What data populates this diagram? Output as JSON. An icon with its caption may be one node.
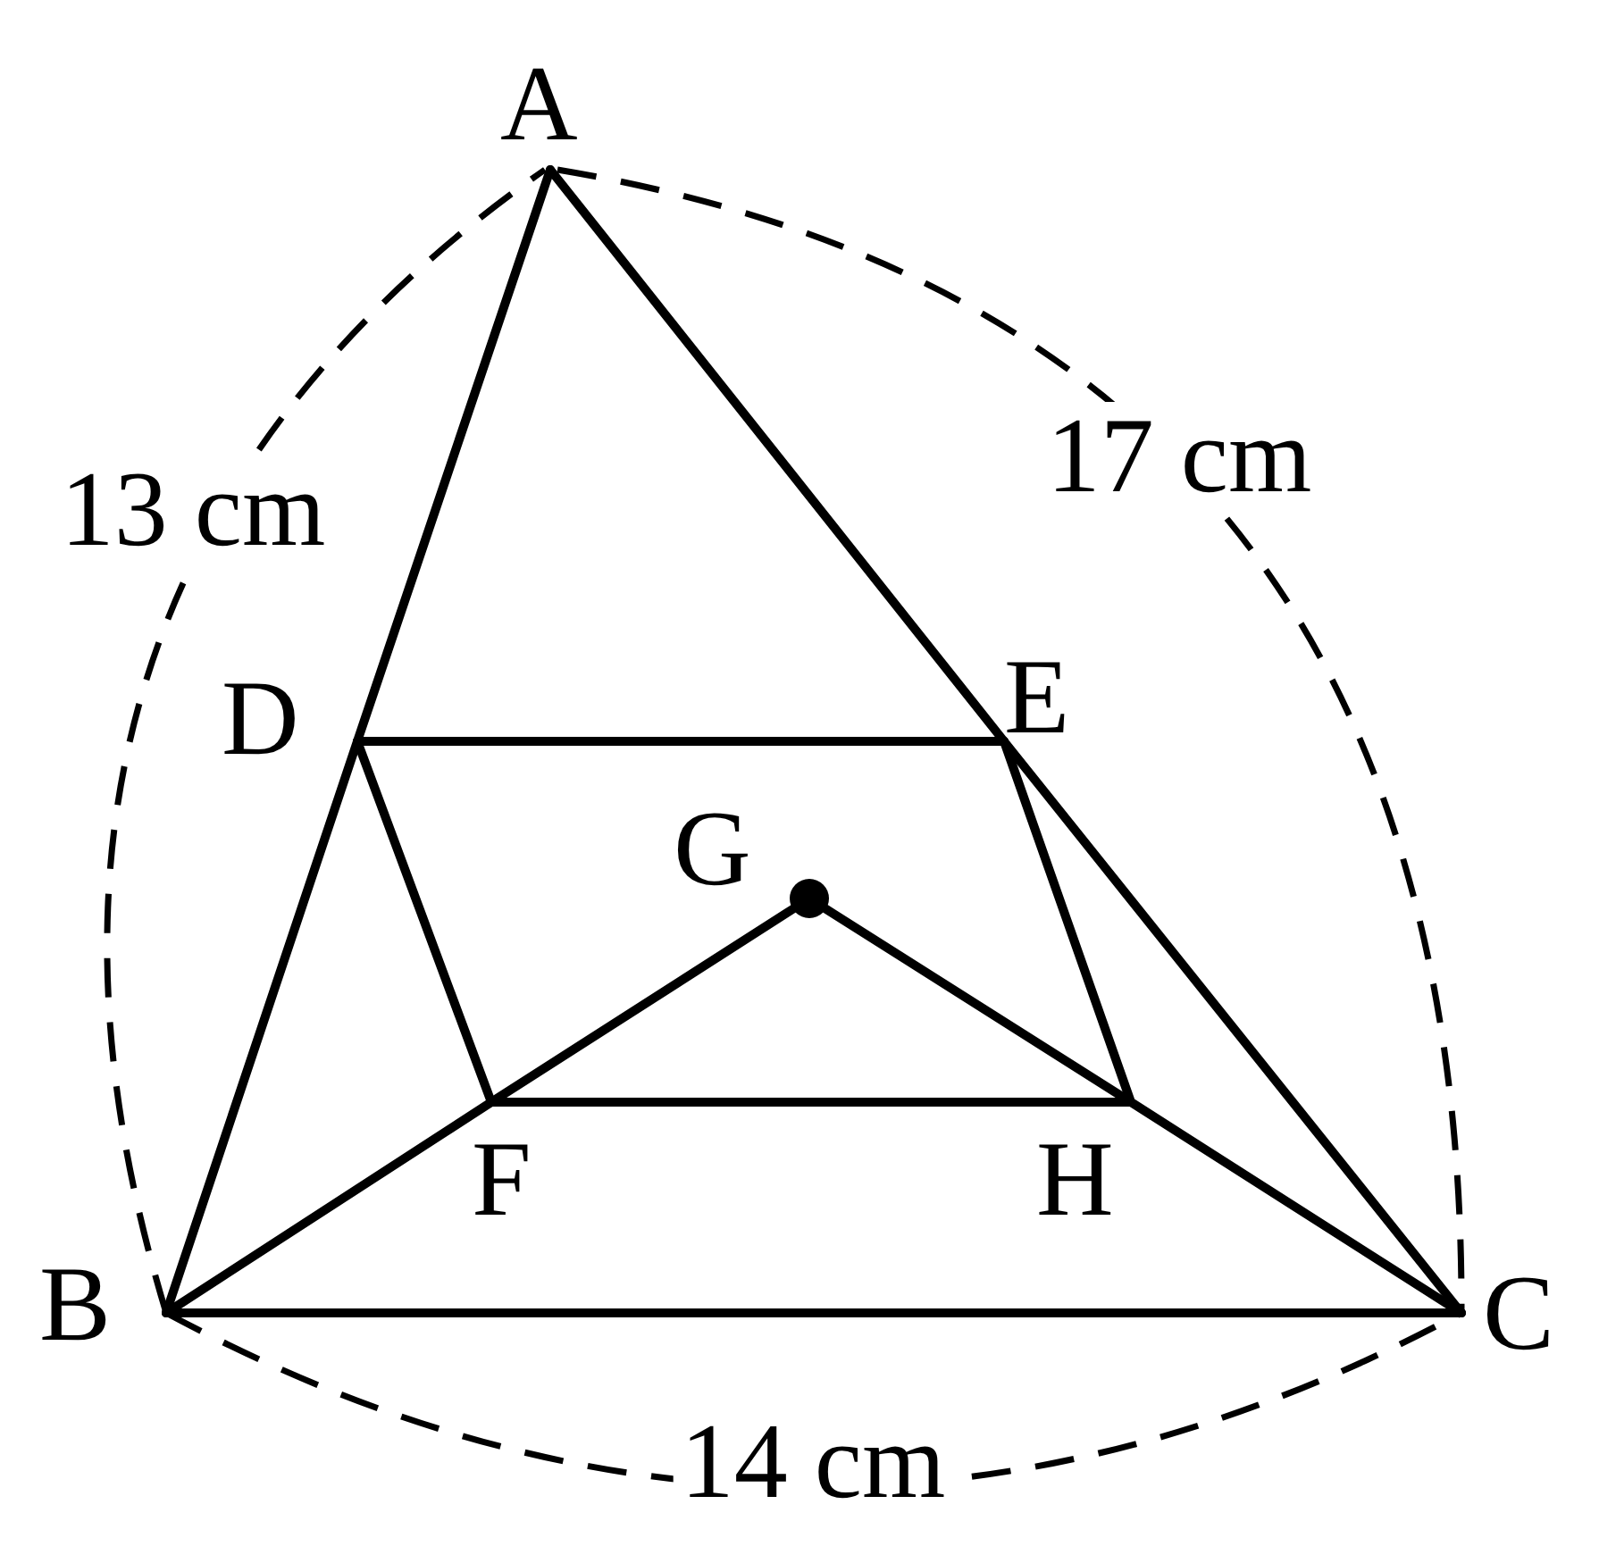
{
  "diagram": {
    "nodes": [
      {
        "text": [
          "A"
        ]
      },
      {
        "text": [
          "B"
        ]
      },
      {
        "text": [
          "C"
        ]
      },
      {
        "text": [
          "D"
        ]
      },
      {
        "text": [
          "E"
        ]
      },
      {
        "text": [
          "G"
        ]
      },
      {
        "text": [
          "F"
        ]
      },
      {
        "text": [
          "H"
        ]
      }
    ],
    "edges": [
      {
        "from": 0,
        "to": 3,
        "arrow": "none"
      },
      {
        "from": 3,
        "to": 1,
        "arrow": "none"
      },
      {
        "from": 0,
        "to": 4,
        "arrow": "none"
      },
      {
        "from": 4,
        "to": 2,
        "arrow": "none"
      },
      {
        "from": 1,
        "to": 2,
        "arrow": "none"
      },
      {
        "from": 3,
        "to": 4,
        "arrow": "none"
      },
      {
        "from": 3,
        "to": 6,
        "arrow": "none"
      },
      {
        "from": 4,
        "to": 7,
        "arrow": "none"
      },
      {
        "from": 6,
        "to": 7,
        "arrow": "none"
      },
      {
        "from": 1,
        "to": 6,
        "arrow": "none"
      },
      {
        "from": 6,
        "to": 5,
        "arrow": "none"
      },
      {
        "from": 5,
        "to": 7,
        "arrow": "none"
      },
      {
        "from": 7,
        "to": 2,
        "arrow": "none"
      }
    ],
    "labels": [
      "13 cm",
      "17 cm",
      "14 cm"
    ]
  }
}
